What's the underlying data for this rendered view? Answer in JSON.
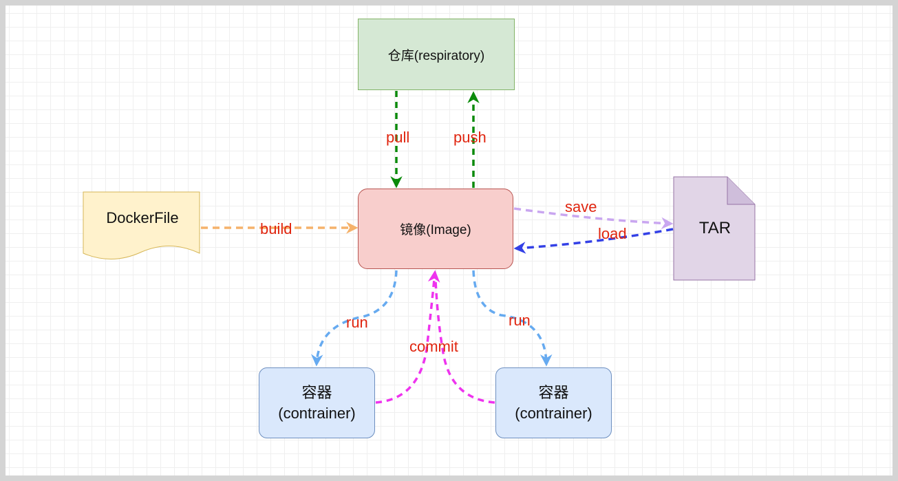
{
  "nodes": {
    "repository": "仓库(respiratory)",
    "image": "镜像(Image)",
    "dockerfile": "DockerFile",
    "tar": "TAR",
    "container_left": {
      "line1": "容器",
      "line2": "(contrainer)"
    },
    "container_right": {
      "line1": "容器",
      "line2": "(contrainer)"
    }
  },
  "edges": {
    "pull": "pull",
    "push": "push",
    "build": "build",
    "save": "save",
    "load": "load",
    "run_left": "run",
    "run_right": "run",
    "commit": "commit"
  },
  "colors": {
    "pull_push": "#0a8a0a",
    "build": "#f5b26b",
    "save": "#c9a6f0",
    "load": "#3340e6",
    "run": "#66aaf0",
    "commit": "#ee33ee",
    "label": "#e0250f"
  }
}
